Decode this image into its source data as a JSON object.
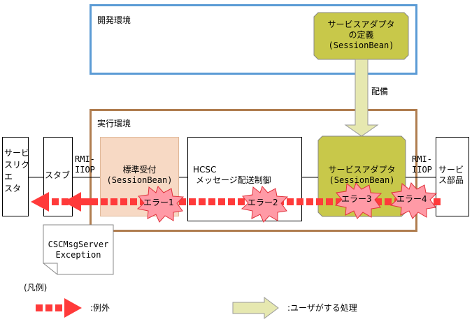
{
  "dev_env": {
    "title": "開発環境"
  },
  "adapter_def": {
    "line1": "サービスアダプタ",
    "line2": "の定義",
    "line3": "(SessionBean)"
  },
  "deploy_label": "配備",
  "exec_env": {
    "title": "実行環境"
  },
  "requester": {
    "line1": "サービ",
    "line2": "スリク",
    "line3": "エ",
    "line4": "スタ"
  },
  "stub": {
    "label": "スタブ"
  },
  "rmi_left": {
    "line1": "RMI-",
    "line2": "IIOP"
  },
  "std_reception": {
    "line1": "標準受付",
    "line2": "(SessionBean)"
  },
  "hcsc": {
    "line1": "HCSC",
    "line2": "メッセージ配送制御"
  },
  "service_adapter": {
    "line1": "サービスアダプタ",
    "line2": "(SessionBean)"
  },
  "rmi_right": {
    "line1": "RMI-",
    "line2": "IIOP"
  },
  "service_part": {
    "line1": "サービ",
    "line2": "ス部品"
  },
  "errors": [
    "エラー1",
    "エラー2",
    "エラー3",
    "エラー4"
  ],
  "exception_doc": {
    "line1": "CSCMsgServer",
    "line2": "Exception"
  },
  "legend": {
    "title": "(凡例)",
    "exception_label": ":例外",
    "user_label": ":ユーザがする処理"
  },
  "colors": {
    "dev_border": "#5b9bd5",
    "exec_border": "#b07d4f",
    "adapter_fill": "#c8c84a",
    "std_fill": "#f7d9c4",
    "exception_red": "#ff3a3a",
    "error_star": "#ff9aa6",
    "user_arrow": "#e6e8b0"
  }
}
